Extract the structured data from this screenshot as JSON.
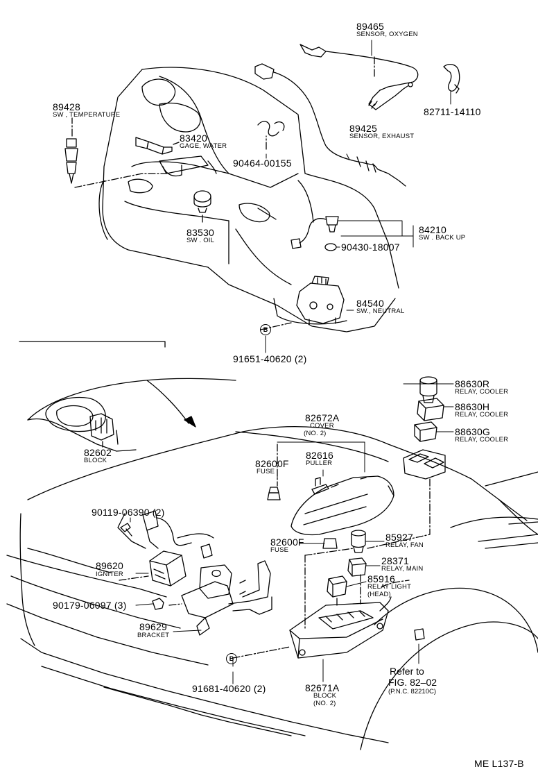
{
  "parts": {
    "p89465": {
      "num": "89465",
      "desc": "SENSOR, OXYGEN"
    },
    "p82711": {
      "num": "82711-14110"
    },
    "p89428": {
      "num": "89428",
      "desc": "SW , TEMPERATURE"
    },
    "p83420": {
      "num": "83420",
      "desc": "GAGE, WATER"
    },
    "p89425": {
      "num": "89425",
      "desc": "SENSOR, EXHAUST"
    },
    "p90464": {
      "num": "90464-00155"
    },
    "p83530": {
      "num": "83530",
      "desc": "SW . OIL"
    },
    "p84210": {
      "num": "84210",
      "desc": "SW . BACK UP"
    },
    "p90430": {
      "num": "90430-18007"
    },
    "p84540": {
      "num": "84540",
      "desc": "SW., NEUTRAL"
    },
    "p91651": {
      "num": "91651-40620 (2)"
    },
    "p88630R": {
      "num": "88630R",
      "desc": "RELAY, COOLER"
    },
    "p88630H": {
      "num": "88630H",
      "desc": "RELAY, COOLER"
    },
    "p88630G": {
      "num": "88630G",
      "desc": "RELAY, COOLER"
    },
    "p82672A": {
      "num": "82672A",
      "desc": "COVER",
      "desc2": "(NO. 2)"
    },
    "p82616": {
      "num": "82616",
      "desc": "PULLER"
    },
    "p82600F_a": {
      "num": "82600F",
      "desc": "FUSE"
    },
    "p82602": {
      "num": "82602",
      "desc": "BLOCK"
    },
    "p90119": {
      "num": "90119-06390 (2)"
    },
    "p82600F_b": {
      "num": "82600F",
      "desc": "FUSE"
    },
    "p85927": {
      "num": "85927",
      "desc": "RELAY, FAN"
    },
    "p28371": {
      "num": "28371",
      "desc": "RELAY, MAIN"
    },
    "p89620": {
      "num": "89620",
      "desc": "IGNITER"
    },
    "p85916": {
      "num": "85916",
      "desc": "RELAY LIGHT",
      "desc2": "(HEAD)"
    },
    "p90179": {
      "num": "90179-06097 (3)"
    },
    "p89629": {
      "num": "89629",
      "desc": "BRACKET"
    },
    "p91681": {
      "num": "91681-40620 (2)"
    },
    "p82671A": {
      "num": "82671A",
      "desc": "BLOCK",
      "desc2": "(NO. 2)"
    }
  },
  "callout_b": "B",
  "reference": {
    "line1": "Refer to",
    "line2": "FIG. 82–02",
    "line3": "(P.N.C. 82210C)"
  },
  "figure_code": "ME L137-B"
}
